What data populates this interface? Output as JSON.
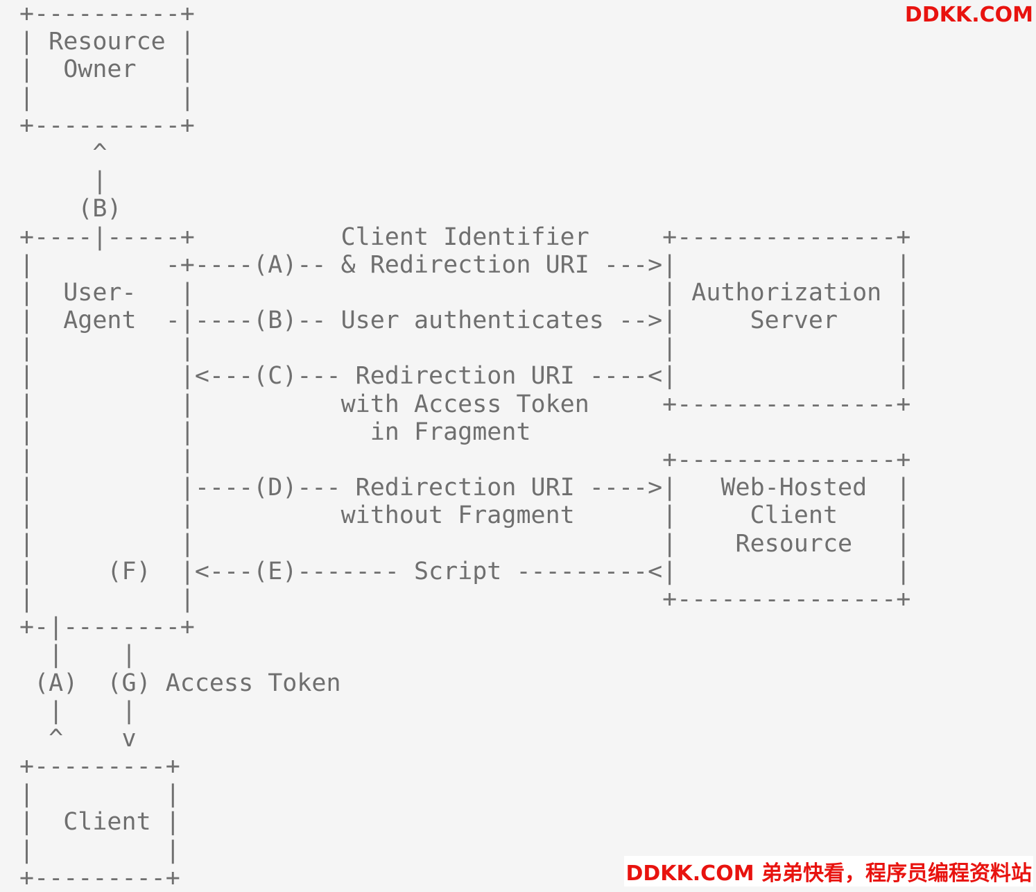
{
  "diagram": {
    "lines": [
      "+----------+",
      "| Resource |",
      "|  Owner   |",
      "|          |",
      "+----------+",
      "     ^",
      "     |",
      "    (B)",
      "+----|-----+          Client Identifier     +---------------+",
      "|         -+----(A)-- & Redirection URI --->|               |",
      "|  User-   |                                | Authorization |",
      "|  Agent  -|----(B)-- User authenticates -->|     Server    |",
      "|          |                                |               |",
      "|          |<---(C)--- Redirection URI ----<|               |",
      "|          |          with Access Token     +---------------+",
      "|          |            in Fragment",
      "|          |                                +---------------+",
      "|          |----(D)--- Redirection URI ---->|   Web-Hosted  |",
      "|          |          without Fragment      |     Client    |",
      "|          |                                |    Resource   |",
      "|     (F)  |<---(E)------- Script ---------<|               |",
      "|          |                                +---------------+",
      "+-|--------+",
      "  |    |",
      " (A)  (G) Access Token",
      "  |    |",
      "  ^    v",
      "+---------+",
      "|         |",
      "|  Client |",
      "|         |",
      "+---------+"
    ]
  },
  "watermark": {
    "top": "DDKK.COM",
    "bottom": "DDKK.COM 弟弟快看，程序员编程资料站"
  }
}
